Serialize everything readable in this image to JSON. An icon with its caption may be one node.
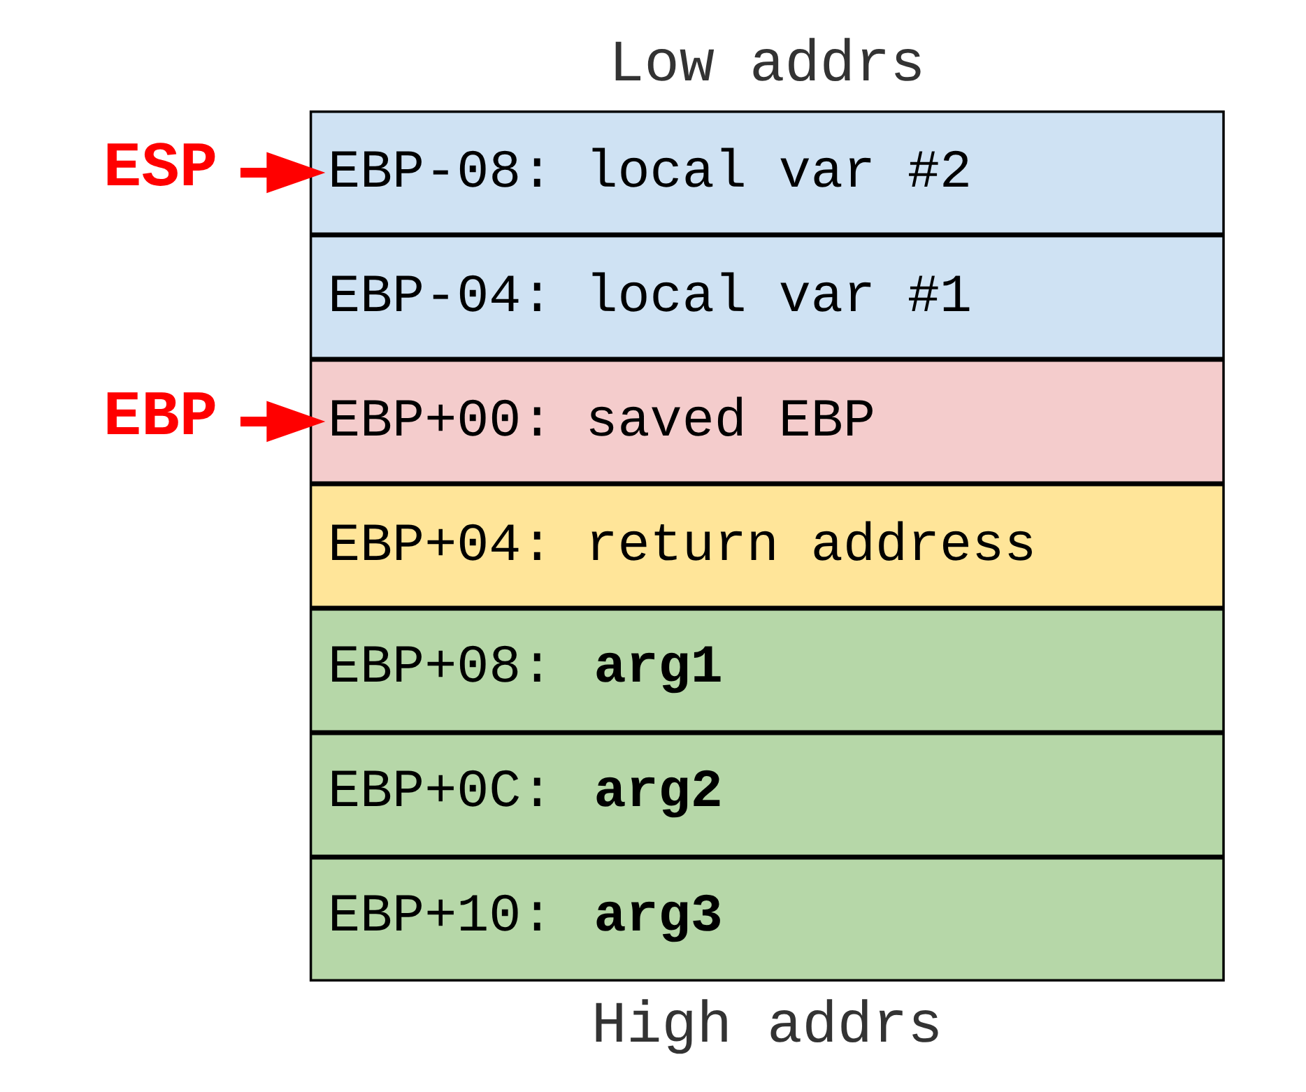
{
  "diagram": {
    "nodes": [
      {
        "text": [
          "ESP"
        ]
      },
      {
        "text": [
          "EBP"
        ]
      },
      {
        "text": [
          "EBP-08: local var #2"
        ]
      },
      {
        "text": [
          "EBP-04: local var #1"
        ]
      },
      {
        "text": [
          "EBP+00: saved EBP"
        ]
      },
      {
        "text": [
          "EBP+04: return address"
        ]
      },
      {
        "text": [
          "EBP+08: **arg1**"
        ]
      },
      {
        "text": [
          "EBP+0C: **arg2**"
        ]
      },
      {
        "text": [
          "EBP+10: **arg3**"
        ]
      }
    ],
    "edges": [
      {
        "from": 0,
        "to": 2,
        "arrow": "to"
      },
      {
        "from": 1,
        "to": 4,
        "arrow": "to"
      }
    ],
    "labels": [
      "Low addrs",
      "High addrs"
    ]
  }
}
